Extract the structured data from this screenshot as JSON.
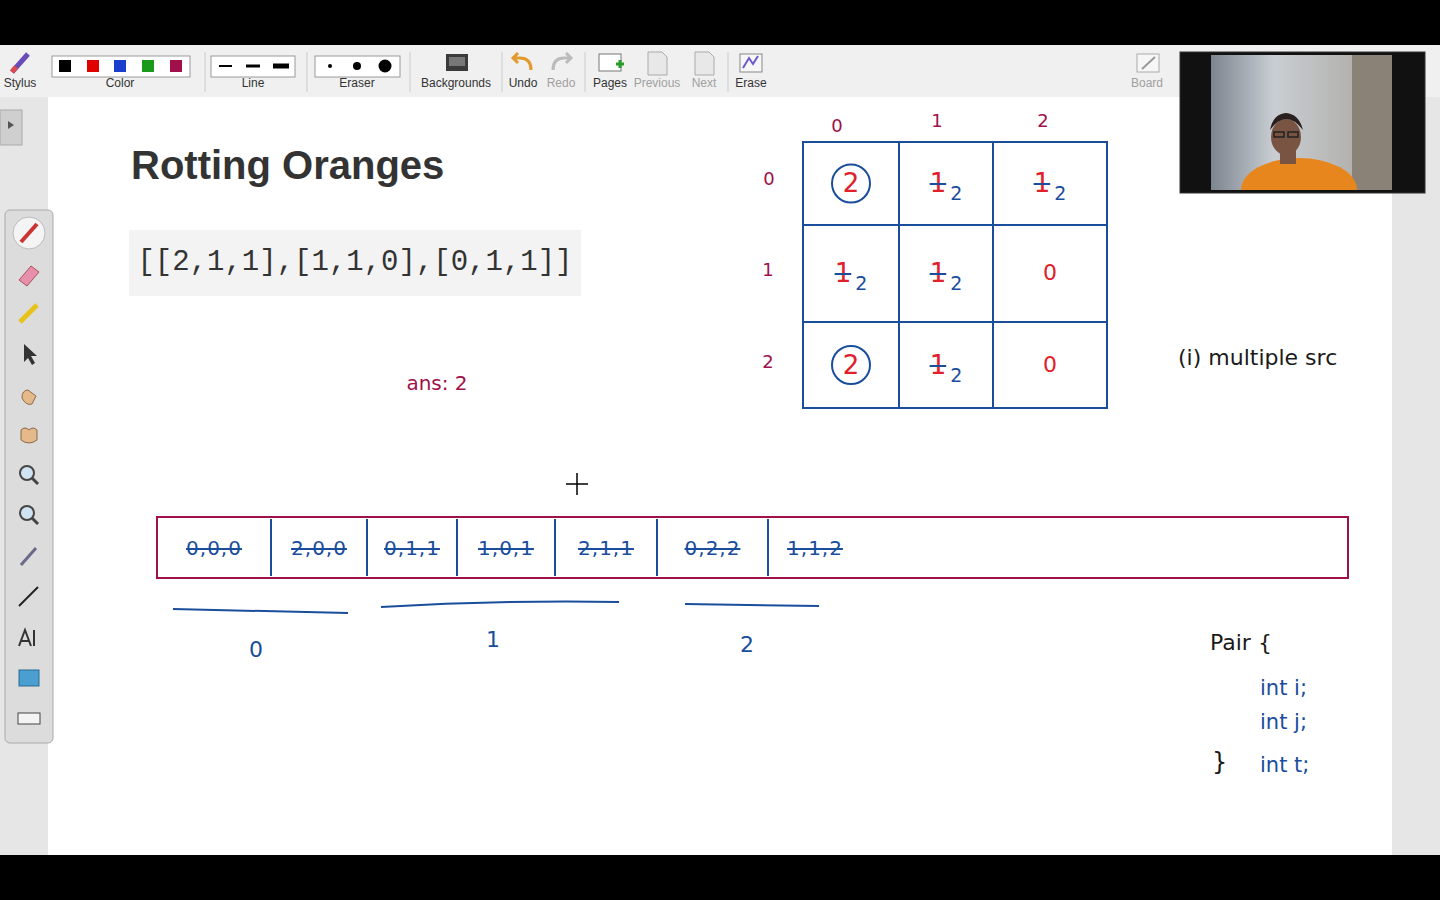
{
  "diagram": {
    "title": "Rotting Oranges",
    "nodes": [
      {
        "text": [
          "[[2,1,1],[1,1,0],[0,1,1]]"
        ]
      },
      {
        "text": [
          "2"
        ]
      },
      {
        "text": [
          "1",
          "2"
        ]
      },
      {
        "text": [
          "1",
          "2"
        ]
      },
      {
        "text": [
          "1",
          "2"
        ]
      },
      {
        "text": [
          "1",
          "2"
        ]
      },
      {
        "text": [
          "0"
        ]
      },
      {
        "text": [
          "2"
        ]
      },
      {
        "text": [
          "1",
          "2"
        ]
      },
      {
        "text": [
          "0"
        ]
      },
      {
        "text": [
          "0,0,0"
        ]
      },
      {
        "text": [
          "2,0,0"
        ]
      },
      {
        "text": [
          "0,1,1"
        ]
      },
      {
        "text": [
          "1,0,1"
        ]
      },
      {
        "text": [
          "2,1,1"
        ]
      },
      {
        "text": [
          "0,2,2"
        ]
      },
      {
        "text": [
          "1,1,2"
        ]
      }
    ],
    "labels": [
      "Stylus",
      "Color",
      "Line",
      "Eraser",
      "Backgrounds",
      "Undo",
      "Redo",
      "Pages",
      "Previous",
      "Next",
      "Erase",
      "Board",
      "0",
      "1",
      "2",
      "0",
      "1",
      "2",
      "ans: 2",
      "(i) multiple src",
      "0",
      "1",
      "2",
      "Pair {",
      "int i;",
      "int j;",
      "int t;",
      "}"
    ]
  }
}
